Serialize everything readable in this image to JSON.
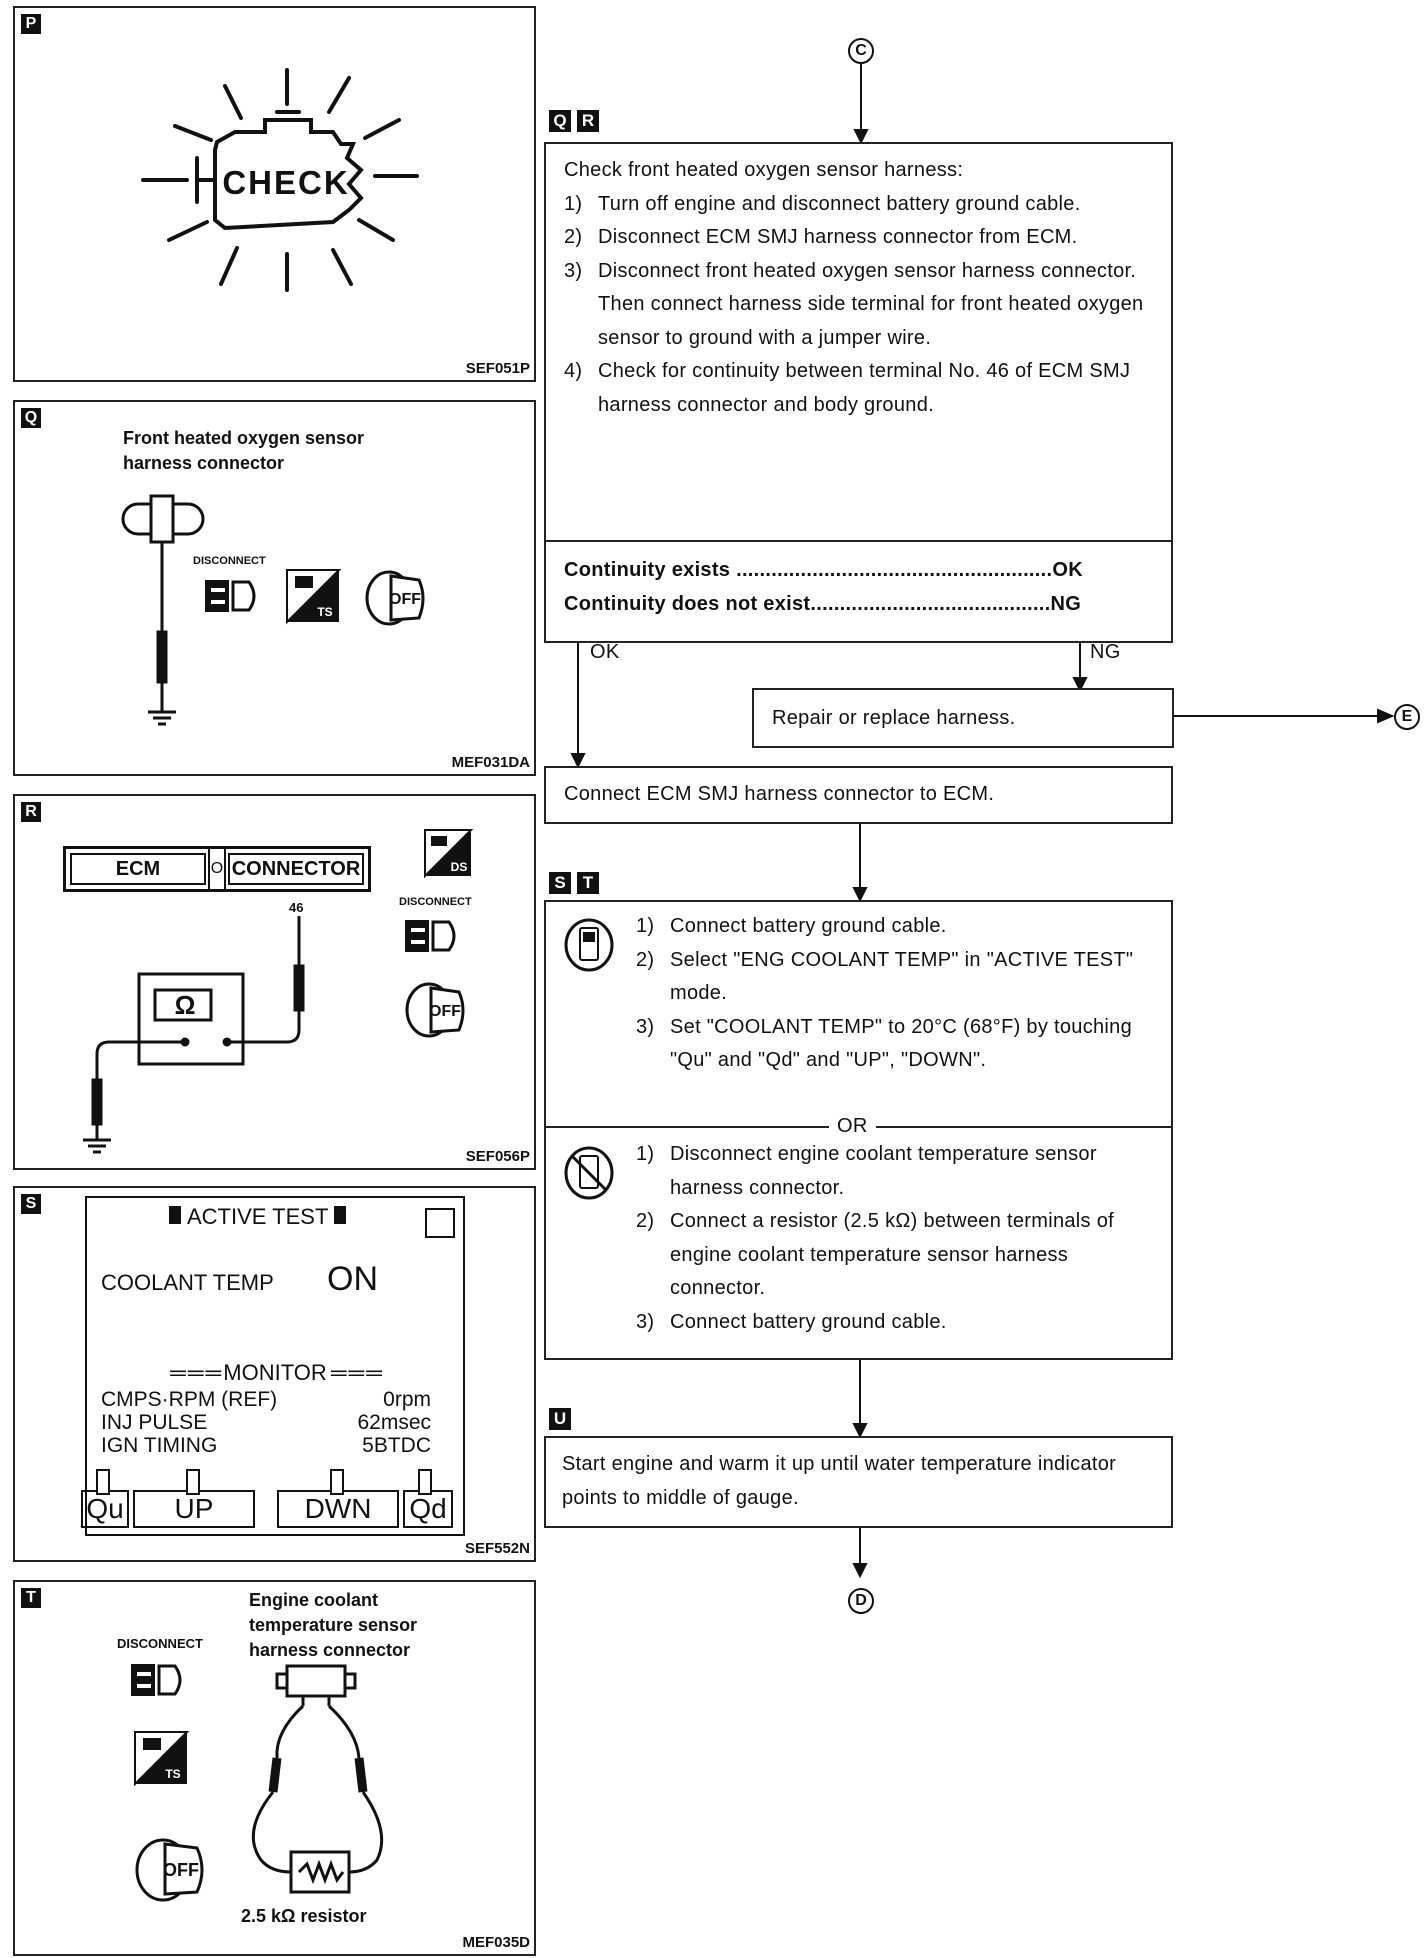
{
  "panels": {
    "P": {
      "tag": "P",
      "code": "SEF051P",
      "check_label": "CHECK"
    },
    "Q": {
      "tag": "Q",
      "code": "MEF031DA",
      "label_line1": "Front heated oxygen sensor",
      "label_line2": "harness connector",
      "disconnect": "DISCONNECT",
      "ts": "TS",
      "off": "OFF"
    },
    "R": {
      "tag": "R",
      "code": "SEF056P",
      "ecm": "ECM",
      "connector": "CONNECTOR",
      "terminal": "46",
      "ohm": "Ω",
      "disconnect": "DISCONNECT",
      "ds": "DS",
      "off": "OFF"
    },
    "S": {
      "tag": "S",
      "code": "SEF552N",
      "title": "ACTIVE TEST",
      "item_name": "COOLANT TEMP",
      "item_value": "ON",
      "monitor": "MONITOR",
      "rows": [
        {
          "name": "CMPS·RPM (REF)",
          "value": "0rpm"
        },
        {
          "name": "INJ PULSE",
          "value": "62msec"
        },
        {
          "name": "IGN TIMING",
          "value": "5BTDC"
        }
      ],
      "buttons": [
        "Qu",
        "UP",
        "DWN",
        "Qd"
      ]
    },
    "T": {
      "tag": "T",
      "code": "MEF035D",
      "label_line1": "Engine coolant",
      "label_line2": "temperature sensor",
      "label_line3": "harness connector",
      "disconnect": "DISCONNECT",
      "ts": "TS",
      "off": "OFF",
      "resistor": "2.5 kΩ  resistor"
    }
  },
  "flow": {
    "connector_top": "C",
    "connector_right": "E",
    "connector_bottom": "D",
    "box1": {
      "tags": [
        "Q",
        "R"
      ],
      "title": "Check front heated oxygen sensor harness:",
      "steps": [
        {
          "n": "1)",
          "text": "Turn off engine and disconnect battery ground cable."
        },
        {
          "n": "2)",
          "text": "Disconnect ECM SMJ harness connector from ECM."
        },
        {
          "n": "3)",
          "text": "Disconnect front heated oxygen sensor harness connector. Then connect harness side terminal for front heated oxygen sensor to ground with a jumper wire."
        },
        {
          "n": "4)",
          "text": "Check for continuity between terminal No. 46 of ECM SMJ harness connector and body ground."
        }
      ],
      "result1": "Continuity exists ......................................................OK",
      "result2": "Continuity does not exist.........................................NG"
    },
    "ok_label": "OK",
    "ng_label": "NG",
    "repair": "Repair or replace harness.",
    "connect_ecm": "Connect ECM SMJ harness connector to ECM.",
    "box2": {
      "tags": [
        "S",
        "T"
      ],
      "with_steps": [
        {
          "n": "1)",
          "text": "Connect battery ground cable."
        },
        {
          "n": "2)",
          "text": "Select \"ENG COOLANT TEMP\" in \"ACTIVE TEST\" mode."
        },
        {
          "n": "3)",
          "text": "Set \"COOLANT TEMP\" to 20°C (68°F) by touching \"Qu\" and \"Qd\" and \"UP\", \"DOWN\"."
        }
      ],
      "or": "OR",
      "without_steps": [
        {
          "n": "1)",
          "text": "Disconnect engine coolant temperature sensor harness connector."
        },
        {
          "n": "2)",
          "text": "Connect a resistor (2.5 kΩ) between terminals of engine coolant temperature sensor harness connector."
        },
        {
          "n": "3)",
          "text": "Connect battery ground cable."
        }
      ]
    },
    "box3": {
      "tag": "U",
      "text": "Start engine and warm it up until water temperature indicator points to middle of gauge."
    }
  }
}
